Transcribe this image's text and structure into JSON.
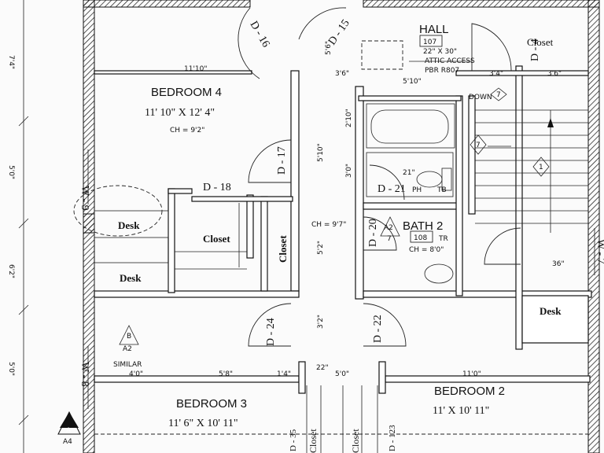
{
  "rooms": {
    "hall": "HALL",
    "hall_code": "107",
    "bedroom4": "BEDROOM 4",
    "bedroom4_size": "11' 10\" X 12' 4\"",
    "bedroom4_ch": "CH = 9'2\"",
    "bath2": "BATH 2",
    "bath2_code": "108",
    "bath2_ch": "CH = 8'0\"",
    "bedroom3": "BEDROOM 3",
    "bedroom3_size": "11' 6\" X 10' 11\"",
    "bedroom2": "BEDROOM 2",
    "bedroom2_size": "11' X 10' 11\""
  },
  "labels": {
    "attic1": "22\" X 30\"",
    "attic2": "ATTIC ACCESS",
    "attic3": "PBR R807",
    "down": "DOWN",
    "closet_hall": "Closet",
    "closet_b4": "Closet",
    "closet_b4_vert": "Closet",
    "desk1": "Desk",
    "desk2": "Desk",
    "desk3": "Desk",
    "ch_corridor": "CH = 9'7\"",
    "similar": "SIMILAR",
    "tb": "TB",
    "ph": "PH",
    "tr": "TR",
    "closet_b1": "Closet",
    "closet_b2": "Closet"
  },
  "doors": {
    "d16": "D - 16",
    "d15": "D - 15",
    "d4": "D - 4",
    "d17": "D - 17",
    "d18": "D - 18",
    "d20": "D - 20",
    "d21": "D - 21",
    "d24": "D - 24",
    "d22": "D - 22",
    "d35": "D - 35",
    "d123": "D - 123"
  },
  "windows": {
    "w9": "W - 9",
    "w8": "W - 8",
    "w7": "W - 7"
  },
  "tags": {
    "a2_top": "A2",
    "a2_bottom": "7",
    "b": "B",
    "b_a2": "A2",
    "a_a4_top": "A",
    "a_a4_bottom": "A4",
    "diamond1": "7",
    "diamond2": "1",
    "diamond3": "7"
  },
  "dimensions": {
    "d_11_10": "11'10\"",
    "d_3_6a": "3'6\"",
    "d_5_10": "5'10\"",
    "d_3_4": "3'4\"",
    "d_3_6b": "3'6\"",
    "d_2_10": "2'10\"",
    "d_5_10v": "5'10\"",
    "d_3_0": "3'0\"",
    "d_5_2": "5'2\"",
    "d_3_2": "3'2\"",
    "d_5_8": "5'8\"",
    "d_1_4": "1'4\"",
    "d_22": "22\"",
    "d_5_0": "5'0\"",
    "d_11_0": "11'0\"",
    "d_4_0": "4'0\"",
    "d_36": "36\"",
    "d_21": "21\"",
    "d_5_6": "5'6\"",
    "left_7_4": "7'4\"",
    "left_5_0a": "5'0\"",
    "left_6_2": "6'2\"",
    "left_5_0b": "5'0\""
  }
}
